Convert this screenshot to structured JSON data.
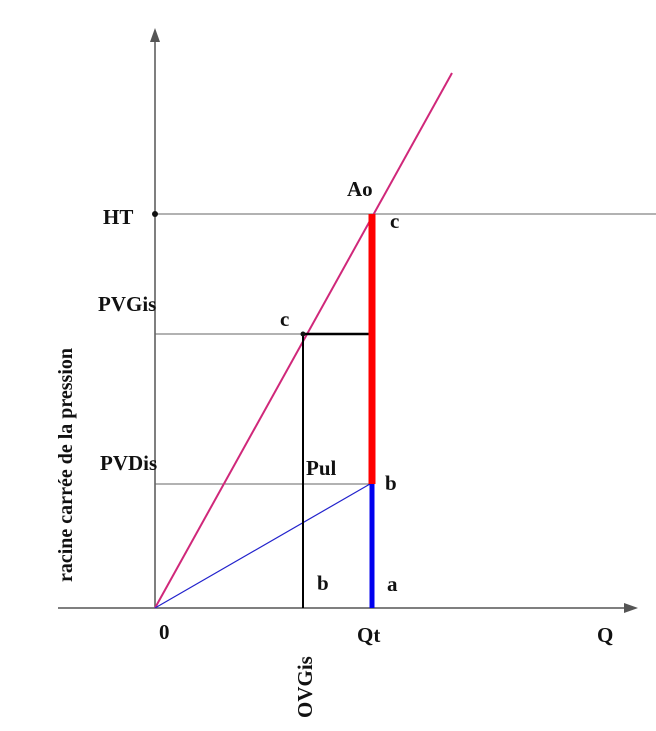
{
  "diagram": {
    "y_axis_title": "racine carrée de la pression",
    "y_labels": {
      "ht": "HT",
      "pvgis": "PVGis",
      "pvdis": "PVDis"
    },
    "x_labels": {
      "origin": "0",
      "ovgis": "OVGis",
      "qt": "Qt",
      "q": "Q"
    },
    "point_labels": {
      "ao": "Ao",
      "c_top": "c",
      "c_mid": "c",
      "pul": "Pul",
      "b_right": "b",
      "b_bottom": "b",
      "a": "a"
    },
    "colors": {
      "axis": "#555555",
      "magenta_line": "#d0287a",
      "red_segment": "#ff0000",
      "blue_segment": "#0000ee",
      "thin_blue_line": "#2222cc",
      "black_line": "#000000",
      "gray_line": "#666666"
    }
  }
}
